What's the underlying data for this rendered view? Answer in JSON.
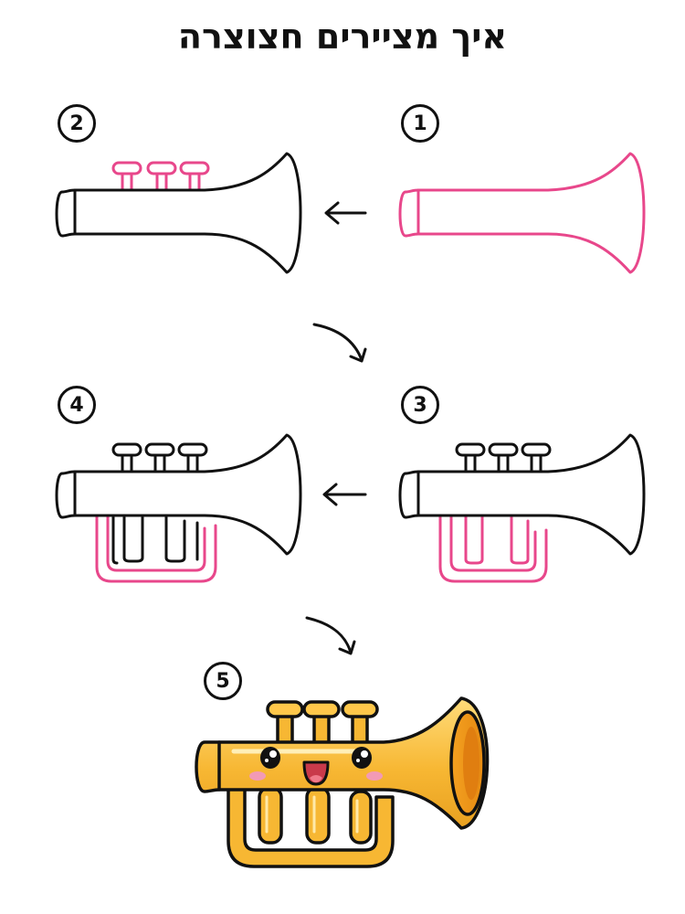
{
  "page": {
    "title": "איך מציירים חצוצרה"
  },
  "steps": [
    {
      "number": "1"
    },
    {
      "number": "2"
    },
    {
      "number": "3"
    },
    {
      "number": "4"
    },
    {
      "number": "5"
    }
  ],
  "colors": {
    "outline": "#111111",
    "new_stroke": "#e8478b",
    "brass_light": "#ffd46a",
    "brass": "#f7b733",
    "brass_dark": "#e59417",
    "cheek": "#f29ab5",
    "mouth": "#c93a4a",
    "tongue": "#f07a8a"
  }
}
